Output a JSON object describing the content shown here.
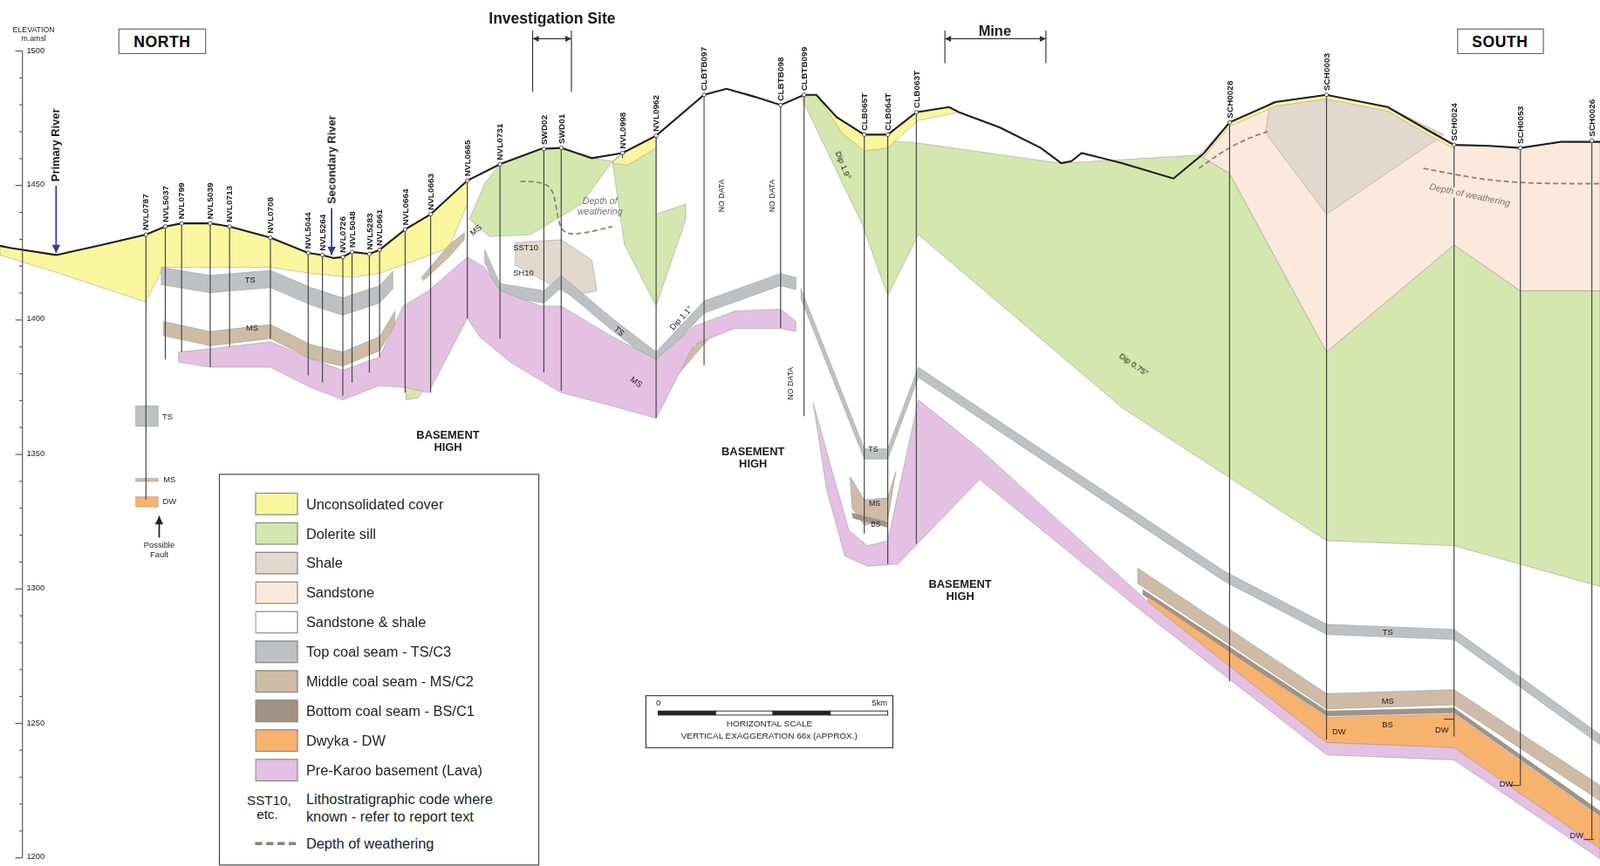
{
  "diagram": {
    "nodes": [
      {
        "text": [
          "NORTH"
        ]
      },
      {
        "text": [
          "SOUTH"
        ]
      }
    ],
    "labels": [
      "ELEVATION m.amsl",
      "1500",
      "1450",
      "1400",
      "1350",
      "1300",
      "1250",
      "1200",
      "Primary River",
      "Secondary River",
      "Investigation Site",
      "Mine",
      "NVL0787",
      "NVL5037",
      "NVL0799",
      "NVL5039",
      "NVL0713",
      "NVL0708",
      "NVL5044",
      "NVL5264",
      "NVL0726",
      "NVL5048",
      "NVL5283",
      "NVL0661",
      "NVL0664",
      "NVL0663",
      "NVL0665",
      "NVL0731",
      "SWD02",
      "SWD01",
      "NVL0998",
      "NVL0962",
      "CLBTB097",
      "CLBTB098",
      "CLBTB099",
      "CLB065T",
      "CLB064T",
      "CLB063T",
      "SCH0028",
      "SCH0003",
      "SCH0024",
      "SCH0053",
      "SCH0026",
      "TS",
      "MS",
      "TS",
      "MS",
      "DW",
      "Possible Fault",
      "MS",
      "SST10",
      "SH10",
      "Depth of weathering",
      "TS",
      "MS",
      "Dip 1.1°",
      "BASEMENT HIGH",
      "NO DATA",
      "NO DATA",
      "BASEMENT HIGH",
      "NO DATA",
      "Dip 1.9°",
      "TS",
      "MS",
      "BS",
      "BASEMENT HIGH",
      "Dip 0.75°",
      "Depth of weathering",
      "TS",
      "MS",
      "DW",
      "BS",
      "DW",
      "DW",
      "DW",
      "0",
      "5km",
      "HORIZONTAL SCALE",
      "VERTICAL EXAGGERATION 66x (APPROX.)",
      "SST10, etc."
    ],
    "legend": [
      {
        "text": "Unconsolidated cover",
        "color": "#fbf59e"
      },
      {
        "text": "Dolerite sill",
        "color": "#d3e7ae"
      },
      {
        "text": "Shale",
        "color": "#e2d8cd"
      },
      {
        "text": "Sandstone",
        "color": "#fce9dc"
      },
      {
        "text": "Sandstone & shale",
        "color": "#ffffff"
      },
      {
        "text": "Top coal seam - TS/C3",
        "color": "#bfc0c4"
      },
      {
        "text": "Middle coal seam - MS/C2",
        "color": "#cdbba6"
      },
      {
        "text": "Bottom coal seam - BS/C1",
        "color": "#a19384"
      },
      {
        "text": "Dwyka - DW",
        "color": "#f7b26d"
      },
      {
        "text": "Pre-Karoo basement (Lava)",
        "color": "#e4c0e2"
      },
      {
        "text": "Lithostratigraphic code where known - refer to report text"
      },
      {
        "text": "Depth of weathering"
      }
    ]
  }
}
